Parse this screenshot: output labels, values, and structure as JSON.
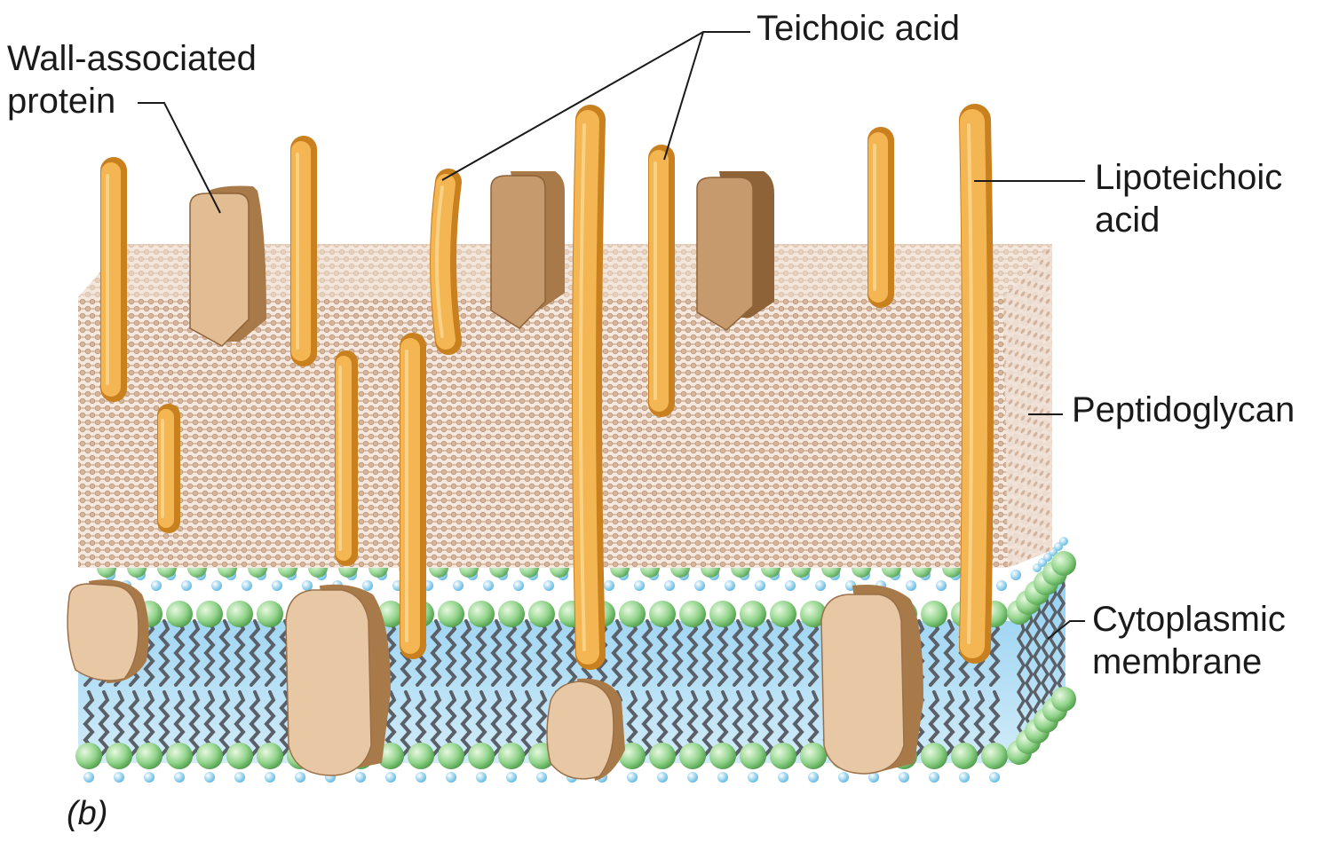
{
  "labels": {
    "wall_protein_line1": "Wall-associated",
    "wall_protein_line2": "protein",
    "teichoic_acid": "Teichoic acid",
    "lipoteichoic_line1": "Lipoteichoic",
    "lipoteichoic_line2": "acid",
    "peptidoglycan": "Peptidoglycan",
    "cytoplasmic_line1": "Cytoplasmic",
    "cytoplasmic_line2": "membrane",
    "panel": "(b)"
  },
  "colors": {
    "peptidoglycan_bead": "#c9a58a",
    "peptidoglycan_bg": "#f4e8df",
    "teichoic_acid": "#f2b24a",
    "teichoic_acid_dark": "#d98d22",
    "protein_light": "#e6c39c",
    "protein_dark": "#a87a4a",
    "lipid_head": "#8fd28a",
    "lipid_tail": "#5b6068",
    "membrane_fill": "#9fd6f2",
    "small_head": "#8fd3f0"
  }
}
